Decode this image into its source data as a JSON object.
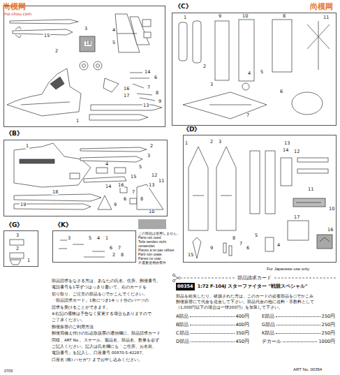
{
  "diagram": {
    "nodes": [
      {
        "text": [
          "15",
          "2",
          "18",
          "5",
          "4",
          "3",
          "14",
          "6",
          "7",
          "8",
          "16",
          "17",
          "9",
          "13",
          "1"
        ]
      },
      {
        "text": [
          "《C》",
          "1",
          "9",
          "10",
          "8",
          "11",
          "2",
          "3",
          "4",
          "5",
          "6",
          "7"
        ]
      },
      {
        "text": [
          "《B》",
          "1",
          "2",
          "3",
          "4",
          "5",
          "14",
          "15",
          "16",
          "12",
          "11",
          "13",
          "6",
          "7",
          "8",
          "9",
          "18",
          "19",
          "10"
        ]
      },
      {
        "text": [
          "《D》",
          "1",
          "2",
          "3",
          "13",
          "14",
          "12",
          "11",
          "10",
          "9",
          "17",
          "8",
          "7",
          "6",
          "5",
          "4",
          "16",
          "15"
        ]
      },
      {
        "text": [
          "《G》",
          "3",
          "2",
          "1"
        ]
      },
      {
        "text": [
          "《K》",
          "3",
          "5",
          "4",
          "1",
          "6",
          "7",
          "2",
          "8"
        ]
      }
    ],
    "labels": [
      "尚模网",
      "mo.shou.com",
      "尚模网",
      "Parts not used.",
      "Teile werden nicht verwendet.",
      "Pièces à ne pas utiliser.",
      "Parti non usate.",
      "Partes no usar.",
      "不需要使用的零件",
      "部品請求をなさる方は、あなたの氏名、住所、郵便番号、",
      "電話番号を1字ずつはっきり書いて、右のカードを",
      "切り取り、ご注文の部品を○でかこんでください。",
      "「部品請求カード」1枚につき1キット分のパーツの",
      "請求を受けることができます。",
      "※右記の価格は予告なく変更する場合もありますので",
      "ご了承ください。",
      "郵便振替のご利用方法",
      "郵便局備え付けの払込取扱票の通信欄に、部品請求カード",
      "同様、ART No.、スケール、製品名、部品名、数量を必ず",
      "ご記入ください。記入は氏名欄にも「ご住所、お名前、",
      "電話番号」を記入し、口座番号 00870-5-42287、",
      "口座名 (株) ハセガワ までお申し込みください。",
      "For Japanese use only.",
      "部品請求カード",
      "00354",
      "1:72 F-104J スターファイター \"戦競スペシャル\"",
      "部品を紛失したり、破損された方は、このカードの必要部品を○でかこみ",
      "郵便振替にて代金を送金して下さい。部品代金の他に送料・手数料として",
      "（1,000円以下の場合は一律200円）を加算して下さい。",
      "A部品",
      "400円",
      "E部品",
      "250円",
      "B部品",
      "400円",
      "G部品",
      "250円",
      "C部品",
      "350円",
      "K部品",
      "250円",
      "D部品",
      "450円",
      "デカール",
      "1000円",
      "ART No. 00354",
      "0705"
    ],
    "legend": [
      {
        "text": "この部品は使用しません。",
        "color": "#a8a8a8"
      }
    ]
  }
}
